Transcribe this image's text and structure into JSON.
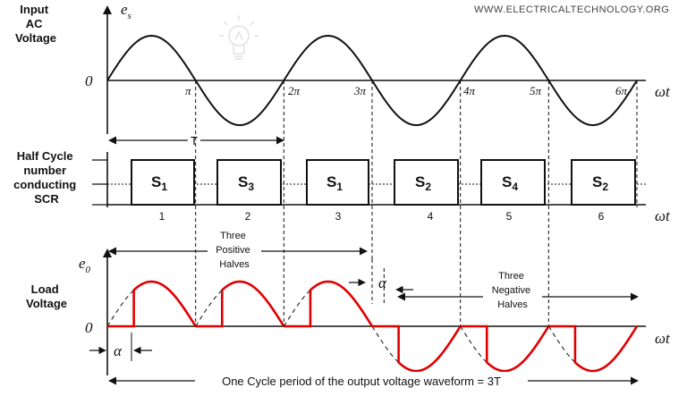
{
  "watermark": "WWW.ELECTRICALTECHNOLOGY.ORG",
  "input_panel": {
    "label_lines": [
      "Input",
      "AC",
      "Voltage"
    ],
    "y_symbol": "e",
    "y_symbol_sub": "s",
    "zero": "0",
    "x_symbol": "ωt",
    "pi_ticks": [
      "π",
      "2π",
      "3π",
      "4π",
      "5π",
      "6π"
    ],
    "period_label": "T"
  },
  "scr_panel": {
    "label_lines": [
      "Half Cycle",
      "number",
      "conducting",
      "SCR"
    ],
    "x_symbol": "ωt",
    "pulses": [
      {
        "name": "S",
        "sub": "1"
      },
      {
        "name": "S",
        "sub": "3"
      },
      {
        "name": "S",
        "sub": "1"
      },
      {
        "name": "S",
        "sub": "2"
      },
      {
        "name": "S",
        "sub": "4"
      },
      {
        "name": "S",
        "sub": "2"
      }
    ],
    "half_cycle_numbers": [
      "1",
      "2",
      "3",
      "4",
      "5",
      "6"
    ]
  },
  "output_panel": {
    "label_lines": [
      "Load",
      "Voltage"
    ],
    "y_symbol": "e",
    "y_symbol_sub": "0",
    "zero": "0",
    "x_symbol": "ωt",
    "positive_halves_lines": [
      "Three",
      "Positive",
      "Halves"
    ],
    "negative_halves_lines": [
      "Three",
      "Negative",
      "Halves"
    ],
    "alpha": "α",
    "cycle_caption": "One Cycle period of the output voltage waveform = 3T",
    "firing_angle_fraction_of_half_cycle": 0.3,
    "colors": {
      "output_wave": "#e00000",
      "sine": "#111111"
    }
  }
}
